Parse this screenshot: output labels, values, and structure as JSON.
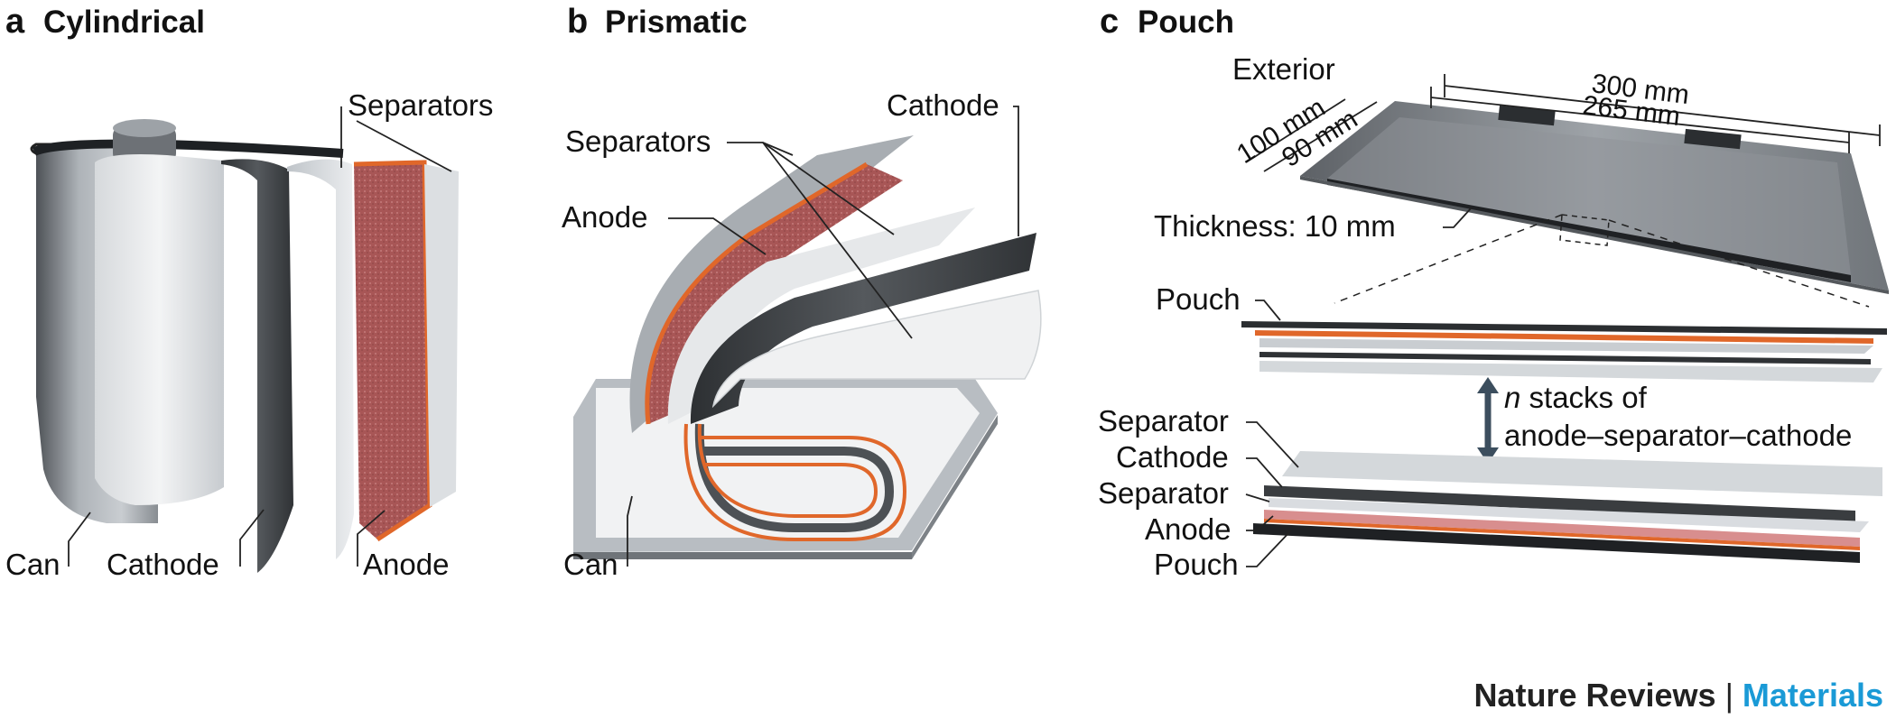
{
  "panels": {
    "a": {
      "letter": "a",
      "title": "Cylindrical",
      "labels": {
        "separators": "Separators",
        "can": "Can",
        "cathode": "Cathode",
        "anode": "Anode"
      }
    },
    "b": {
      "letter": "b",
      "title": "Prismatic",
      "labels": {
        "separators": "Separators",
        "anode": "Anode",
        "cathode": "Cathode",
        "can": "Can"
      }
    },
    "c": {
      "letter": "c",
      "title": "Pouch",
      "labels": {
        "exterior": "Exterior",
        "dim_100": "100 mm",
        "dim_90": "90 mm",
        "dim_300": "300 mm",
        "dim_265": "265 mm",
        "thickness": "Thickness: 10 mm",
        "pouch_top": "Pouch",
        "stacks_n": "n",
        "stacks_line1": " stacks of",
        "stacks_line2": "anode–separator–cathode",
        "separator_1": "Separator",
        "cathode": "Cathode",
        "separator_2": "Separator",
        "anode": "Anode",
        "pouch_bottom": "Pouch"
      }
    }
  },
  "credit": {
    "journal": "Nature Reviews",
    "divider": " | ",
    "section": "Materials"
  },
  "colors": {
    "anode": "#b05a5a",
    "copper": "#e0672a",
    "cathode": "#45484c",
    "separator": "#d9dde1",
    "can": "#a7acb1",
    "accent": "#1a9ad6",
    "arrow": "#3c4e5e"
  }
}
